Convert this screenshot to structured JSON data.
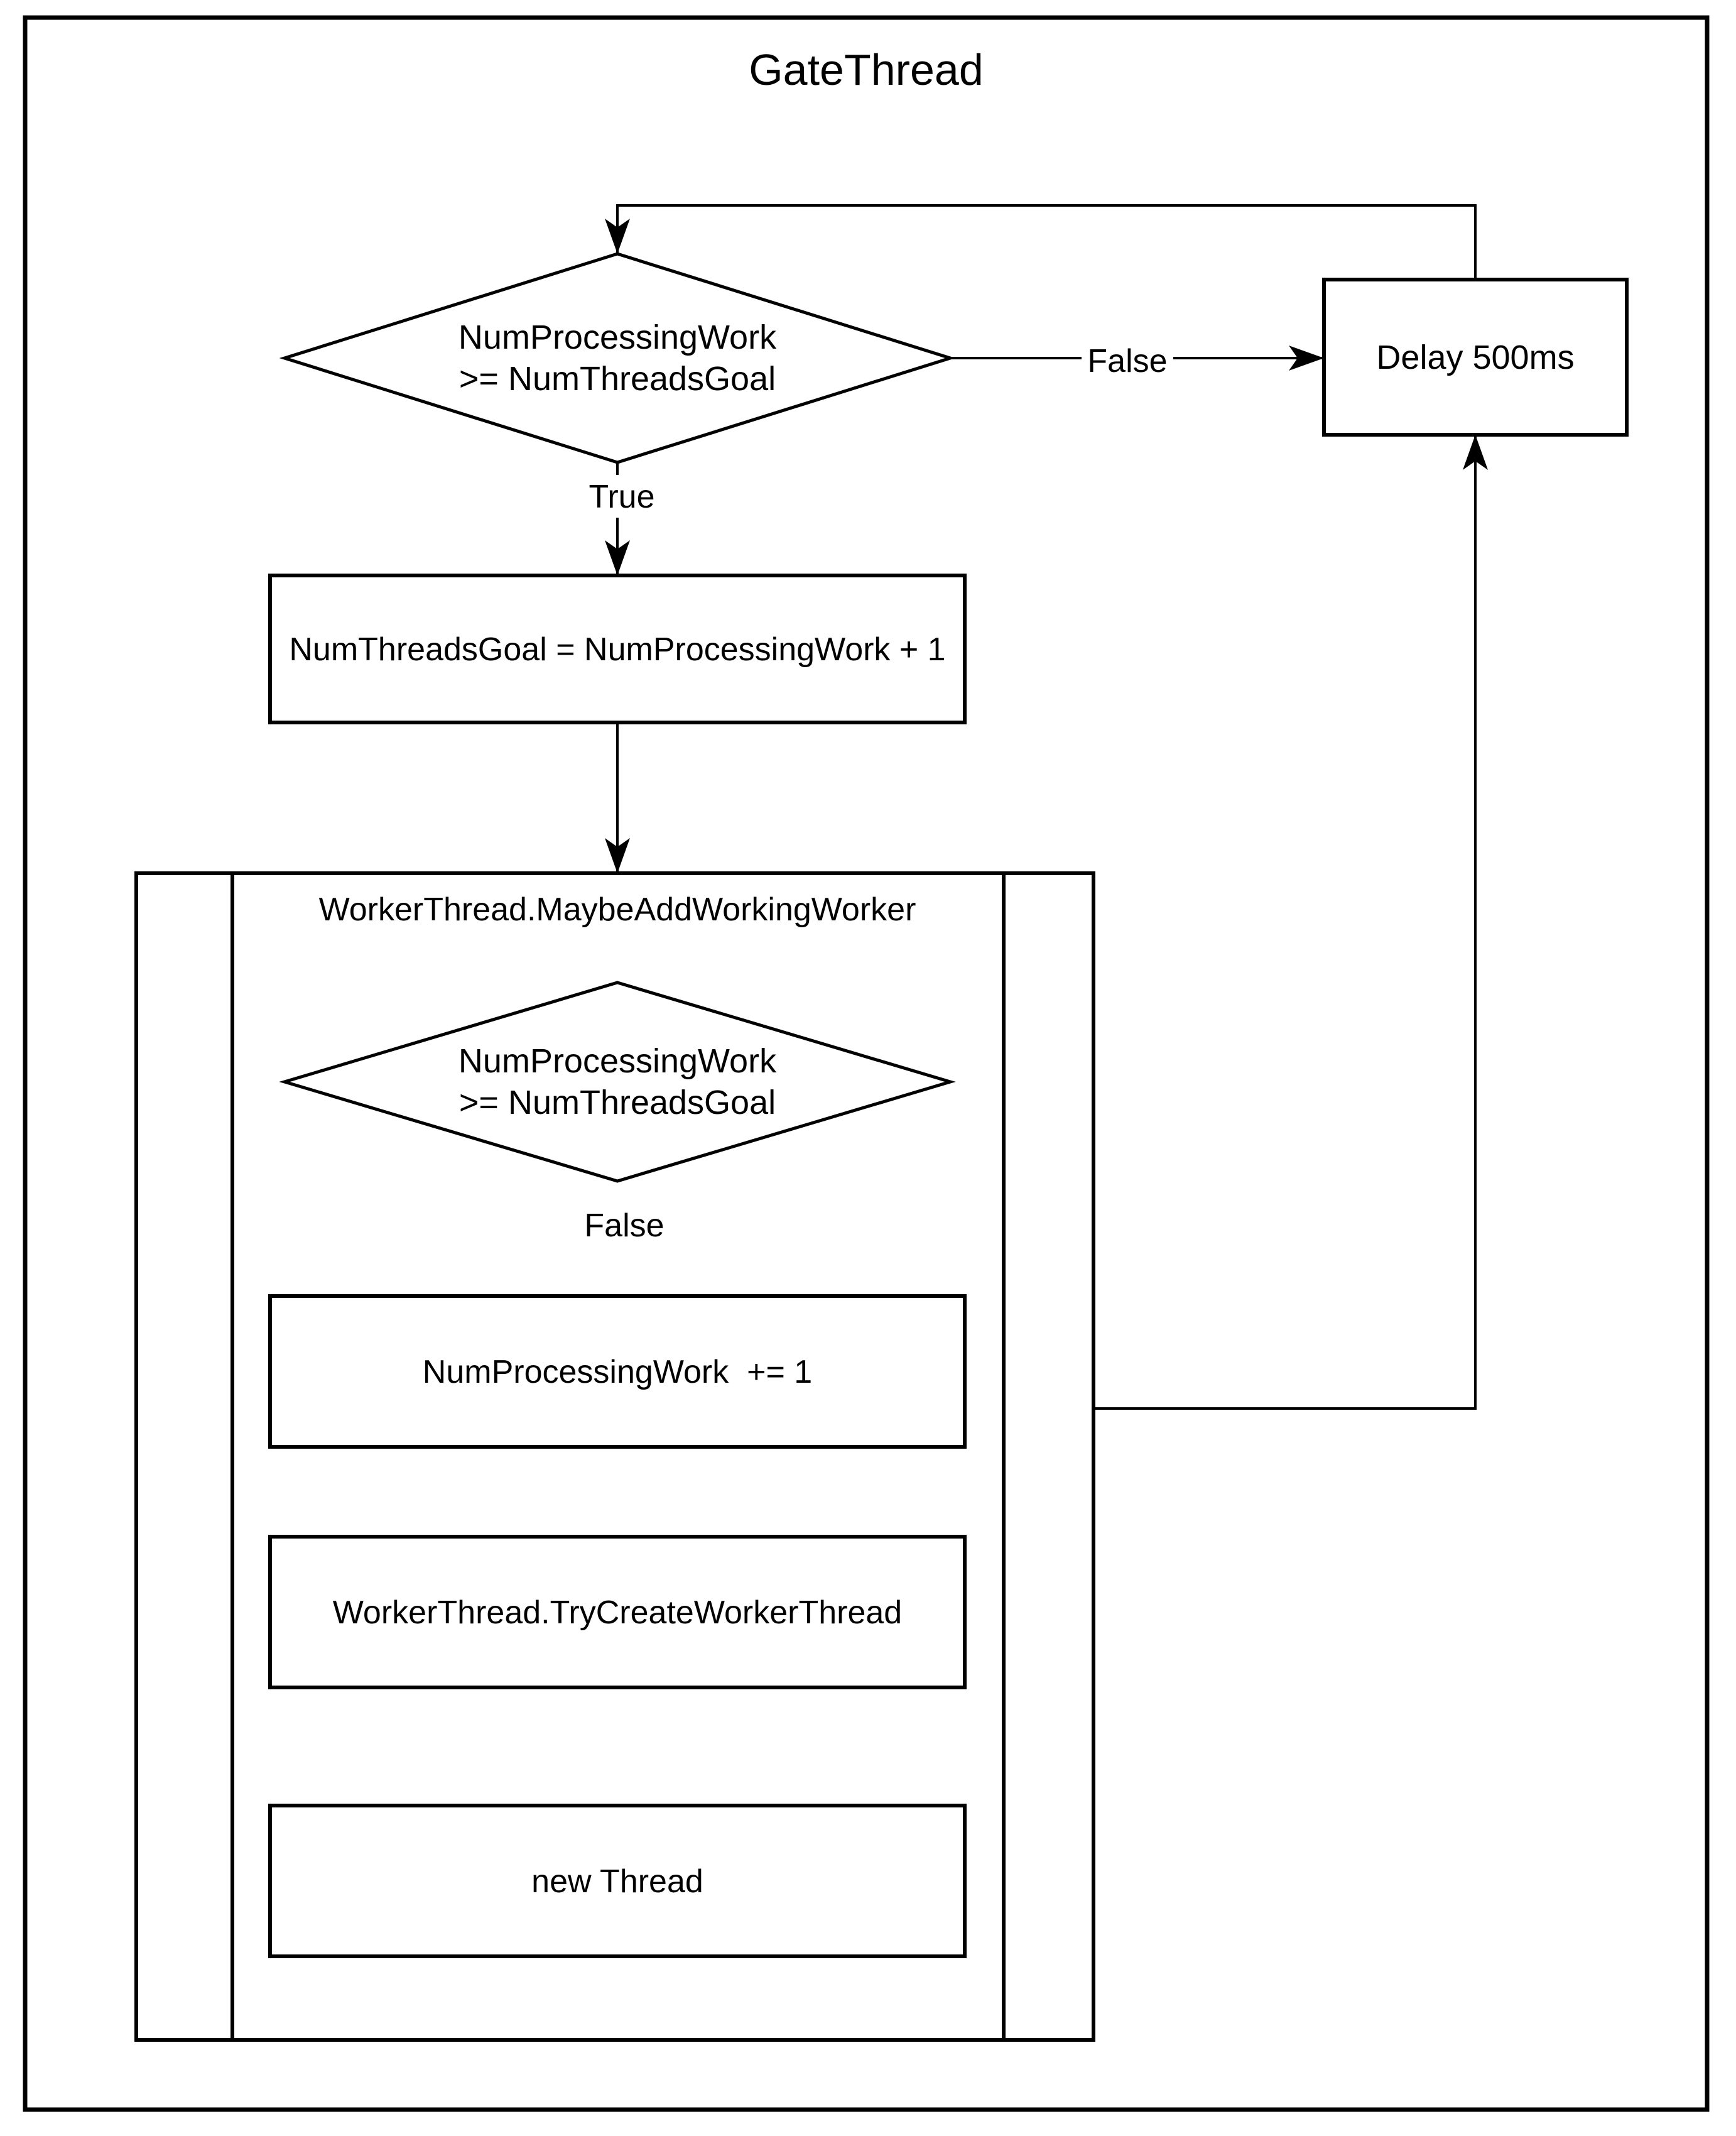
{
  "theme": {
    "ink": "#000000",
    "paper": "#ffffff"
  },
  "title": "GateThread",
  "nodes": {
    "decision_outer": {
      "line1": "NumProcessingWork",
      "line2": ">= NumThreadsGoal"
    },
    "delay": {
      "label": "Delay 500ms"
    },
    "set_goal": {
      "label": "NumThreadsGoal = NumProcessingWork + 1"
    },
    "subroutine": {
      "title": "WorkerThread.MaybeAddWorkingWorker"
    },
    "decision_inner": {
      "line1": "NumProcessingWork",
      "line2": ">= NumThreadsGoal"
    },
    "increment": {
      "label": "NumProcessingWork  += 1"
    },
    "try_create": {
      "label": "WorkerThread.TryCreateWorkerThread"
    },
    "new_thread": {
      "label": "new Thread"
    }
  },
  "edges": {
    "outer_true_label": "True",
    "outer_false_label": "False",
    "inner_false_label": "False"
  }
}
